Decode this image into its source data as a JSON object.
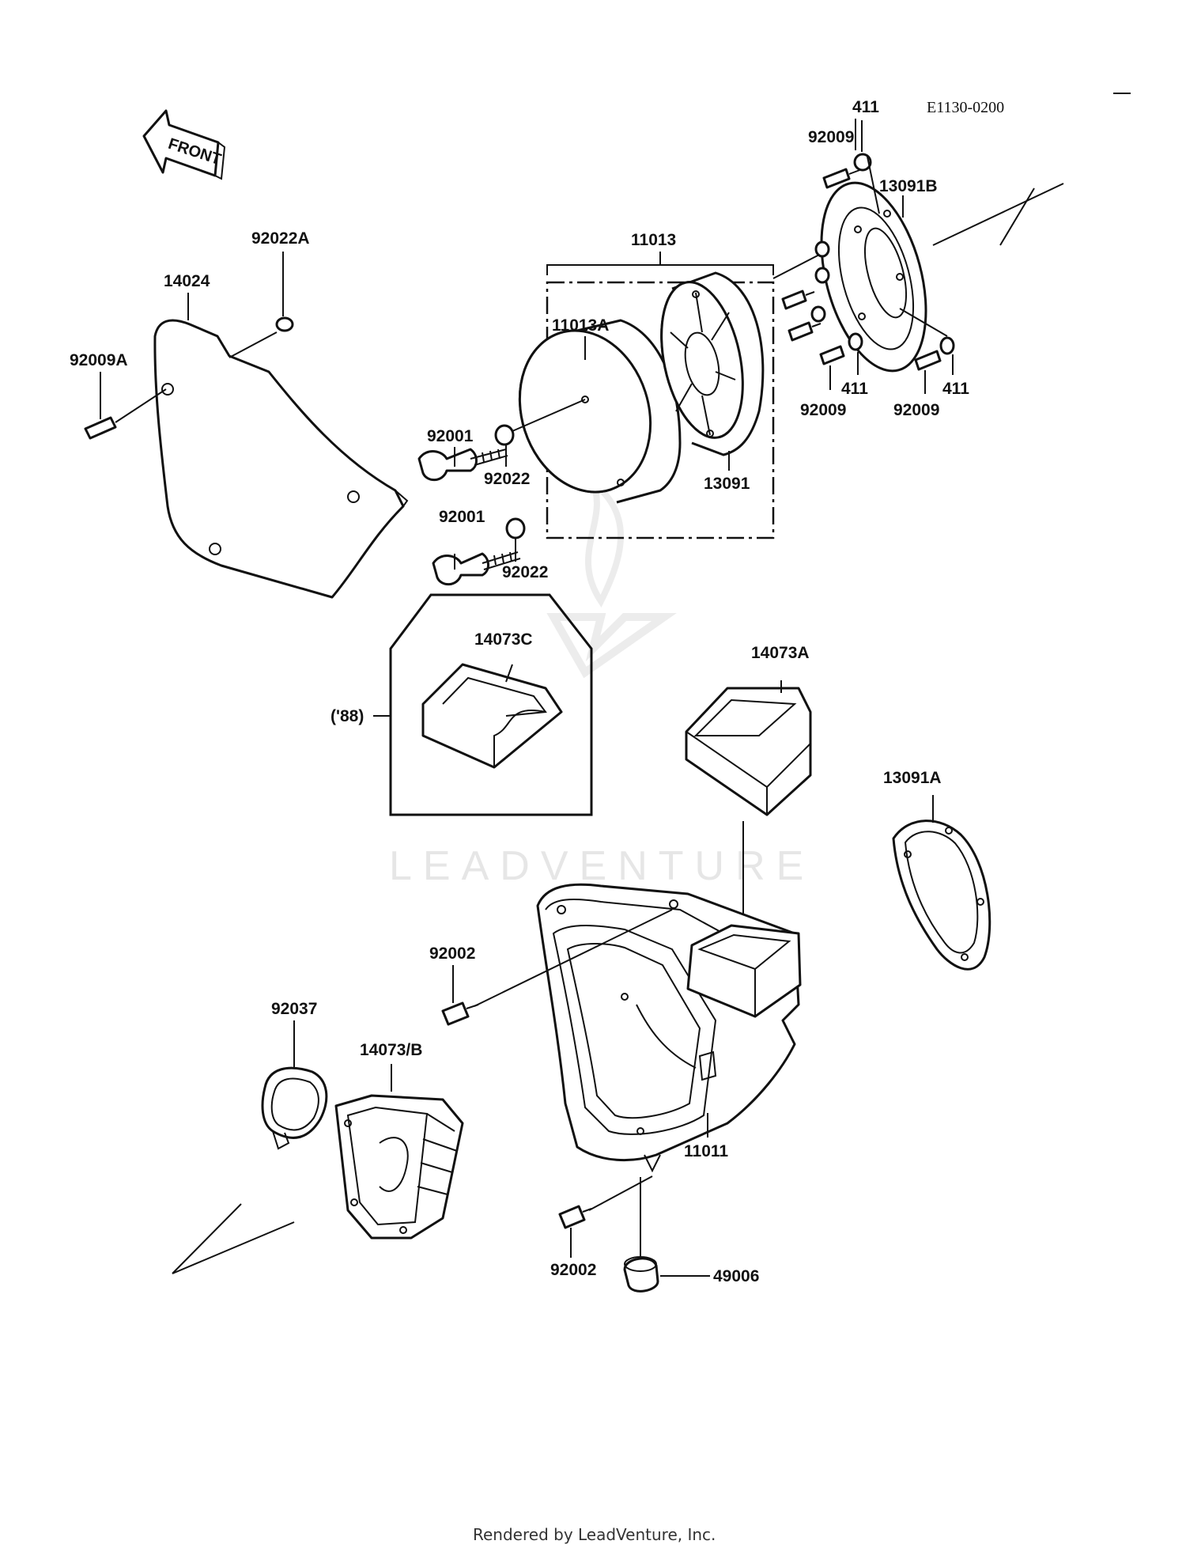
{
  "diagram_code": "E1130-0200",
  "front_label": "FRONT",
  "watermark": "LEADVENTURE",
  "footer": "Rendered by LeadVenture, Inc.",
  "labels": {
    "l_411_top": "411",
    "l_92009_top": "92009",
    "l_13091B": "13091B",
    "l_11013": "11013",
    "l_11013A": "11013A",
    "l_14024": "14024",
    "l_92022A": "92022A",
    "l_92009A": "92009A",
    "l_92001_a": "92001",
    "l_92022_a": "92022",
    "l_13091": "13091",
    "l_92001_b": "92001",
    "l_92022_b": "92022",
    "l_411_mid": "411",
    "l_92009_mid": "92009",
    "l_411_right": "411",
    "l_92009_right": "92009",
    "l_14073C": "14073C",
    "l_88": "('88)",
    "l_14073A": "14073A",
    "l_13091A": "13091A",
    "l_92002_a": "92002",
    "l_92037": "92037",
    "l_14073B": "14073/B",
    "l_11011": "11011",
    "l_92002_b": "92002",
    "l_49006": "49006"
  }
}
